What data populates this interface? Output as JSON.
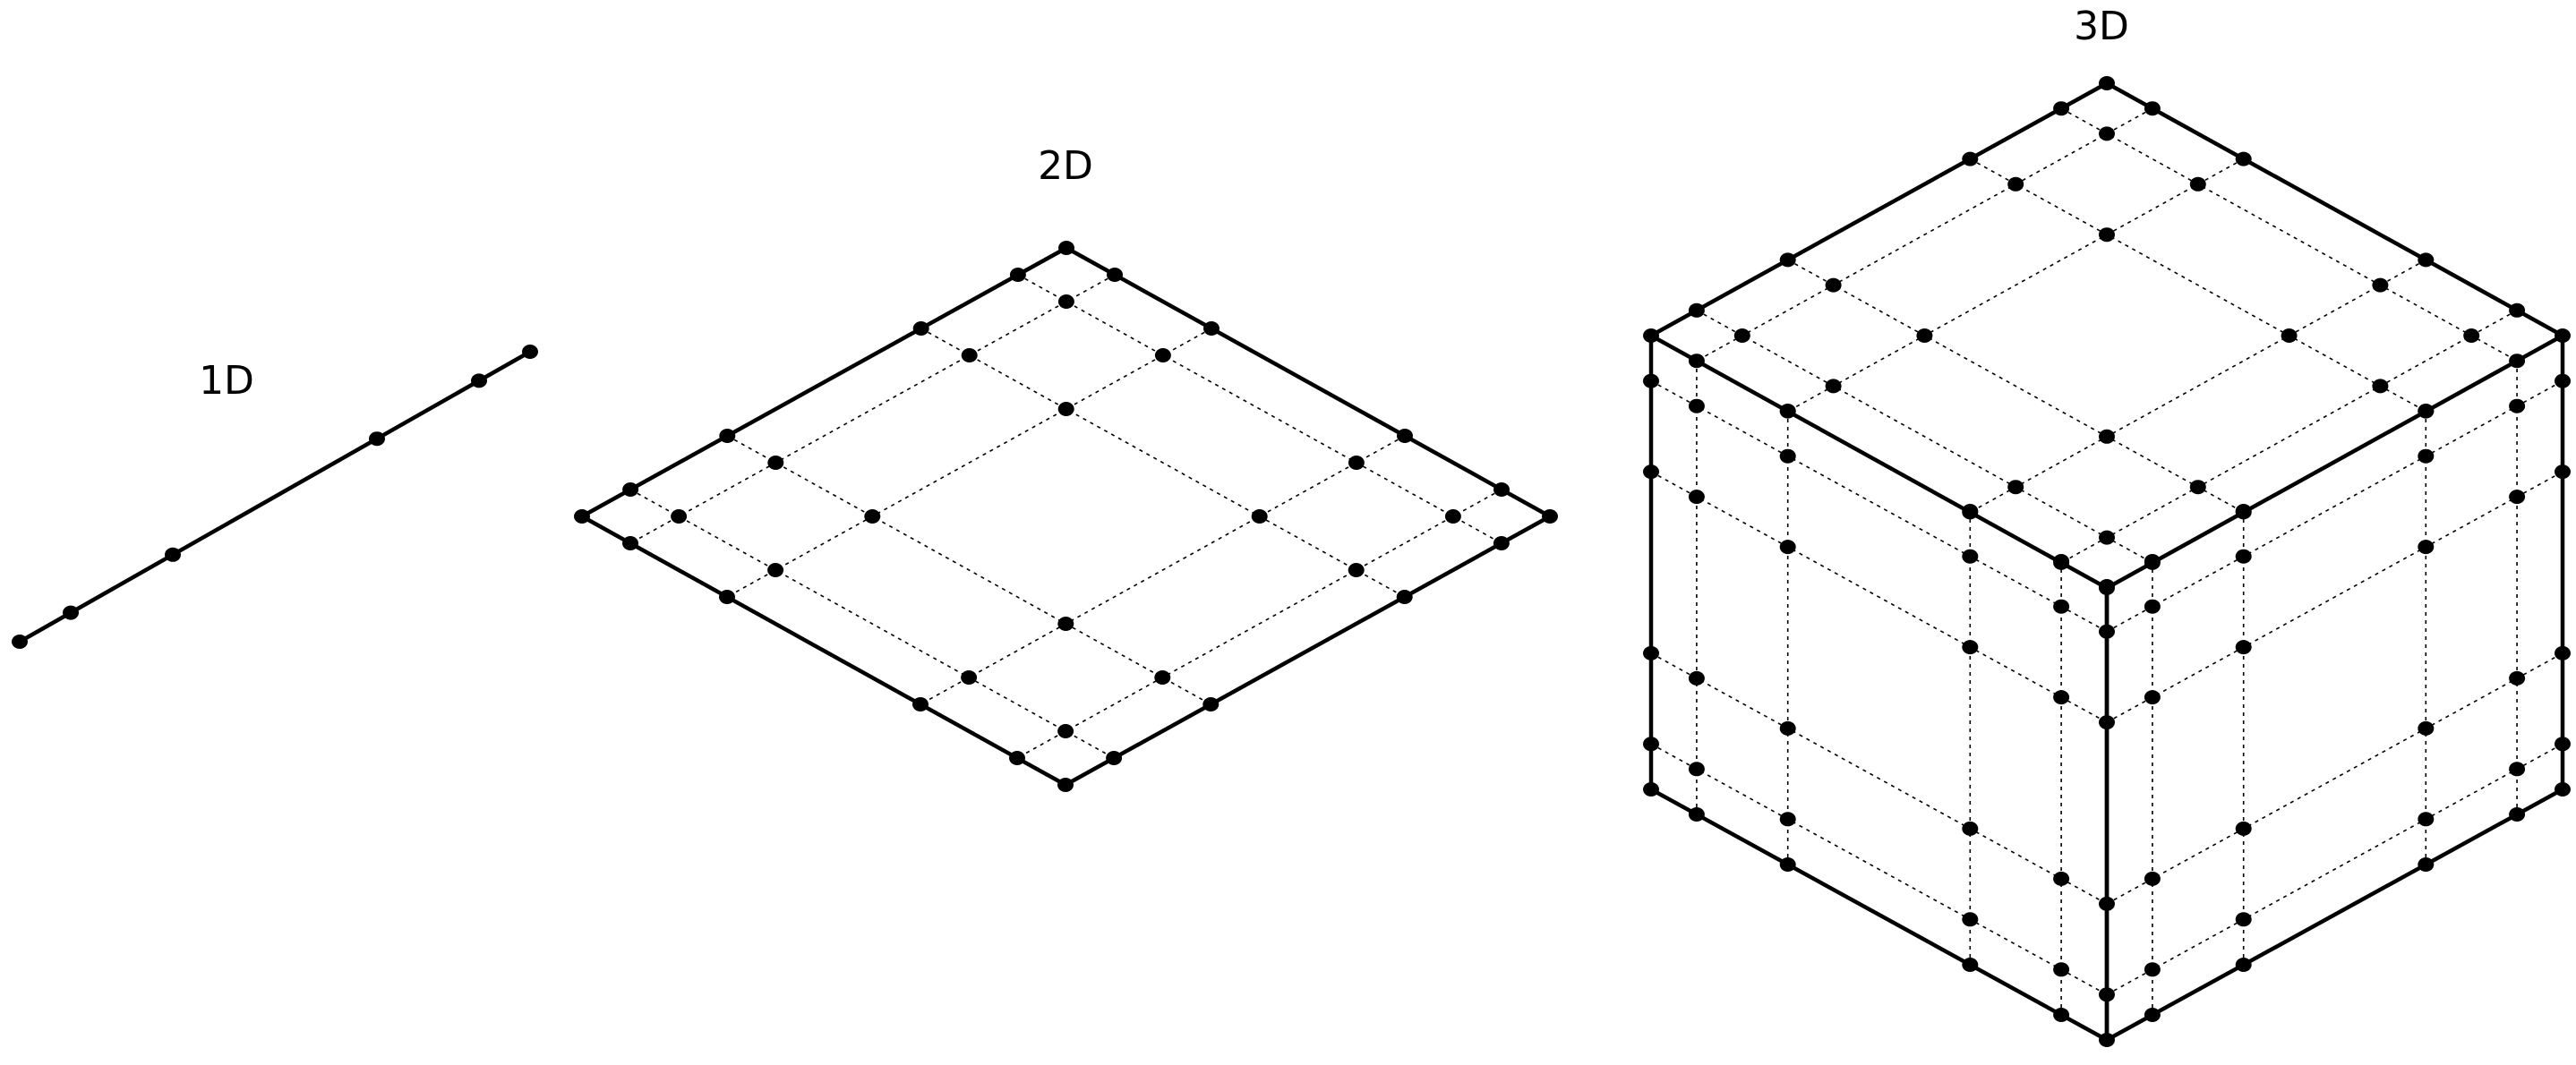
{
  "labels": {
    "one_d": "1D",
    "two_d": "2D",
    "three_d": "3D"
  },
  "grid": {
    "node_fractions": [
      0,
      0.1,
      0.3,
      0.7,
      0.9,
      1
    ]
  },
  "colors": {
    "line": "#000000",
    "node": "#000000",
    "background": "#ffffff"
  }
}
